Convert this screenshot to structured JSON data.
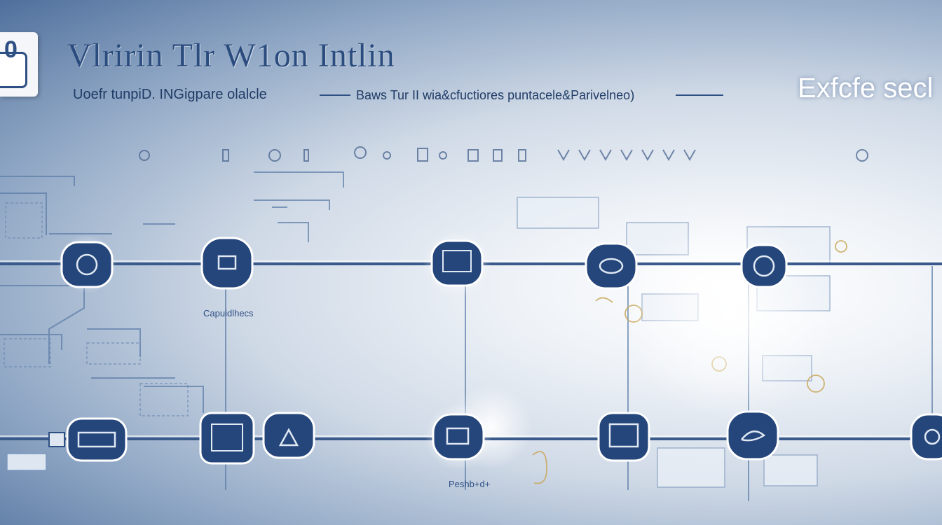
{
  "header": {
    "logo_mark": "0",
    "title": "Vlririn Tlr W1on Intlin",
    "subtitle": "Uoefr tunpiD. INGigpare olalcle",
    "caption": "Baws Tur II wia&cfuctiores puntacele&Parivelneo)",
    "brand": "Exfcfe secl"
  },
  "labels": {
    "node_label_1": "Capuidlhecs",
    "node_label_2": "Peshb+d+"
  },
  "nodes": {
    "row1": [
      "chip-icon",
      "panel-icon",
      "grid-icon",
      "disc-icon",
      "swirl-icon"
    ],
    "row2": [
      "card-icon",
      "grid-icon",
      "triangle-icon",
      "panel-icon",
      "panel-icon",
      "leaf-icon",
      "disc-icon"
    ]
  },
  "colors": {
    "accent": "#2e4f83",
    "node_fill": "#25467b",
    "line": "#3a5a8c",
    "highlight": "#ffffff"
  }
}
